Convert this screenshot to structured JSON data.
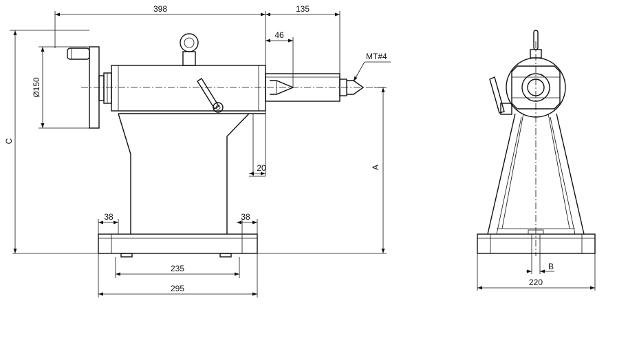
{
  "side_view": {
    "dim_length_top": "398",
    "dim_extension": "135",
    "dim_quill_offset": "46",
    "taper_label": "MT#4",
    "dim_handwheel_dia": "Ø150",
    "dim_overall_height": "C",
    "dim_center_height": "A",
    "dim_offset_20": "20",
    "dim_foot_left": "38",
    "dim_foot_right": "38",
    "dim_slot_spacing": "235",
    "dim_base_length": "295"
  },
  "end_view": {
    "dim_slot_width": "B",
    "dim_base_width": "220"
  }
}
